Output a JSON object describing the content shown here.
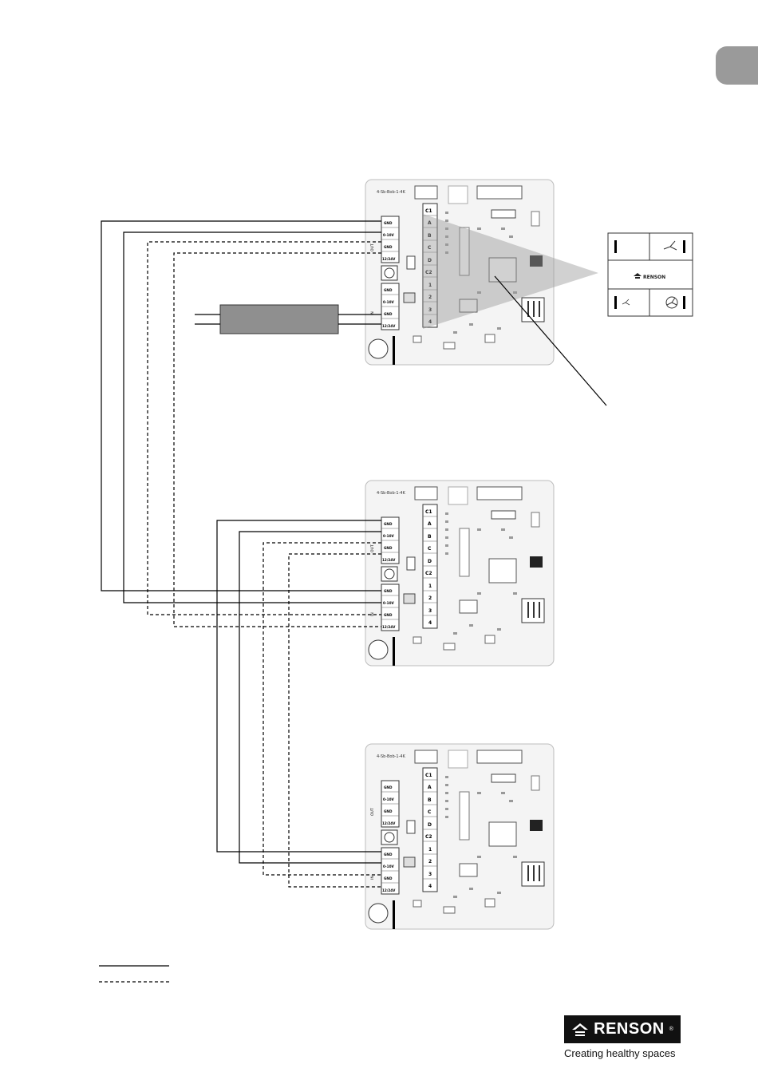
{
  "boards": [
    {
      "id": "board-1",
      "header": "4-Sb-Bob-1-4K",
      "term_left": [
        "GND",
        "0-10V",
        "GND",
        "12/24V",
        "GND",
        "0-10V",
        "GND",
        "12/24V"
      ],
      "term_right": [
        "C1",
        "A",
        "B",
        "C",
        "D",
        "C2",
        "1",
        "2",
        "3",
        "4"
      ],
      "group_labels": [
        "OUT",
        "IN"
      ]
    },
    {
      "id": "board-2",
      "header": "4-Sb-Bob-1-4K",
      "term_left": [
        "GND",
        "0-10V",
        "GND",
        "12/24V",
        "GND",
        "0-10V",
        "GND",
        "12/24V"
      ],
      "term_right": [
        "C1",
        "A",
        "B",
        "C",
        "D",
        "C2",
        "1",
        "2",
        "3",
        "4"
      ],
      "group_labels": [
        "OUT",
        "IN"
      ]
    },
    {
      "id": "board-3",
      "header": "4-Sb-Bob-1-4K",
      "term_left": [
        "GND",
        "0-10V",
        "GND",
        "12/24V",
        "GND",
        "0-10V",
        "GND",
        "12/24V"
      ],
      "term_right": [
        "C1",
        "A",
        "B",
        "C",
        "D",
        "C2",
        "1",
        "2",
        "3",
        "4"
      ],
      "group_labels": [
        "OUT",
        "IN"
      ]
    }
  ],
  "switch_panel": {
    "brand": "RENSON",
    "buttons": [
      "fan-low-button",
      "fan-high-button",
      "fan-min-button",
      "fan-boost-button"
    ]
  },
  "logo": {
    "brand": "RENSON",
    "tagline": "Creating healthy spaces"
  },
  "colors": {
    "tab": "#9a9a9a",
    "line": "#000000",
    "board_bg": "#f4f4f4",
    "logo_bg": "#111111"
  }
}
